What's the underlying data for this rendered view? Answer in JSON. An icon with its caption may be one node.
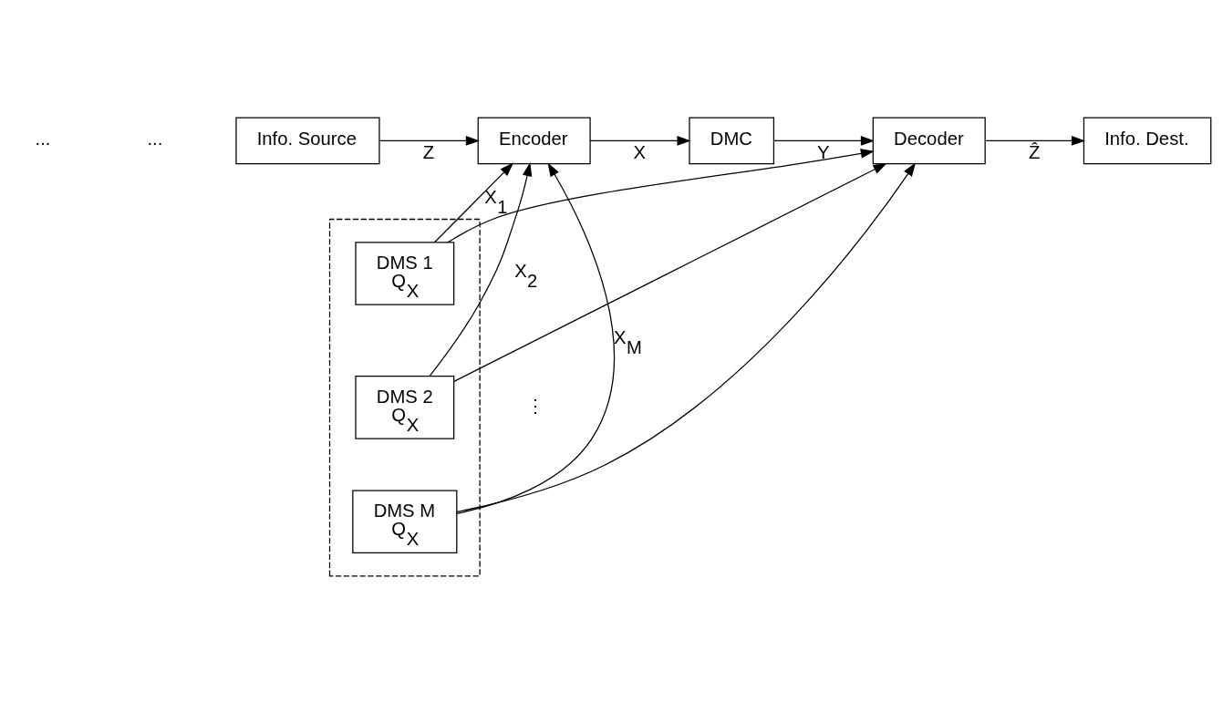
{
  "diagram": {
    "nodes": [
      {
        "text": [
          "Info. Source"
        ]
      },
      {
        "text": [
          "Encoder"
        ]
      },
      {
        "text": [
          "DMC"
        ]
      },
      {
        "text": [
          "Decoder"
        ]
      },
      {
        "text": [
          "Info. Dest."
        ]
      },
      {
        "text": [],
        "shape": "box"
      },
      {
        "text": [
          "DMS 1",
          "Q$_{X}$"
        ],
        "in": 5
      },
      {
        "text": [
          "DMS 2",
          "Q$_{X}$"
        ],
        "in": 5
      },
      {
        "text": [
          "DMS M",
          "Q$_{X}$"
        ],
        "in": 5
      }
    ],
    "edges": [
      {
        "from": 0,
        "to": 1,
        "arrow": "to",
        "label": "Z"
      },
      {
        "from": 1,
        "to": 2,
        "arrow": "to",
        "label": "X"
      },
      {
        "from": 2,
        "to": 3,
        "arrow": "to",
        "label": "Y"
      },
      {
        "from": 3,
        "to": 4,
        "arrow": "to",
        "label": "Ẑ"
      },
      {
        "from": 6,
        "to": 1,
        "arrow": "to",
        "label": "X$_{1}$"
      },
      {
        "from": 6,
        "to": 3,
        "arrow": "to"
      },
      {
        "from": 7,
        "to": 1,
        "arrow": "to",
        "label": "X$_{2}$"
      },
      {
        "from": 7,
        "to": 3,
        "arrow": "to"
      },
      {
        "from": 8,
        "to": 1,
        "arrow": "to",
        "label": "X$_{M}$"
      },
      {
        "from": 8,
        "to": 3,
        "arrow": "to"
      }
    ],
    "labels": [
      "...",
      "...",
      "⋮"
    ]
  }
}
